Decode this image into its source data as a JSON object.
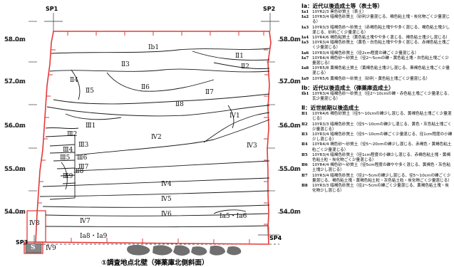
{
  "figure": {
    "caption": "①調査地点北壁（弾薬庫北側斜面）",
    "points": {
      "sp1": "SP1",
      "sp2": "SP2",
      "sp3": "SP3",
      "sp4": "SP4"
    },
    "elevations": [
      "58.0m",
      "57.0m",
      "56.0m",
      "55.0m",
      "54.0m"
    ],
    "layers": {
      "ib1": "Ⅰb1",
      "ii1": "Ⅱ1",
      "ii2": "Ⅱ2",
      "ii3": "Ⅱ3",
      "ii4": "Ⅱ4",
      "ii5": "Ⅱ5",
      "ii6": "Ⅱ6",
      "ii7": "Ⅱ7",
      "ii8": "Ⅱ8",
      "iii1": "Ⅲ1",
      "iii2": "Ⅲ2",
      "iii3": "Ⅲ3",
      "iii4": "Ⅲ4",
      "iii5": "Ⅲ5",
      "iii6": "Ⅲ6",
      "iii7": "Ⅲ7",
      "iii8": "Ⅲ8",
      "iii9": "Ⅲ9",
      "iv1": "Ⅳ1",
      "iv2": "Ⅳ2",
      "iv3": "Ⅳ3",
      "iv4": "Ⅳ4",
      "iv5": "Ⅳ5",
      "iv6": "Ⅳ6",
      "iv7": "Ⅳ7",
      "iv8": "Ⅳ8",
      "iv9": "Ⅳ9",
      "ia5_ia6": "Ⅰa5・Ⅰa6",
      "ia8_ia9": "Ⅰa8・Ⅰa9",
      "s": "S"
    }
  },
  "legend": {
    "ia_title": "Ⅰa：近代以後造成土等（表土等）",
    "ia_items": [
      {
        "code": "Ⅰa1",
        "text": "10YR2/3 黒色砂質土（表土）"
      },
      {
        "code": "Ⅰa2",
        "text": "10YR3/4 暗褐色砂質土（砂利少量混じる、褐色粘土塊・炭化物ごく少量混じる）"
      },
      {
        "code": "Ⅰa3",
        "text": "10YR3/3 暗褐色砂～砂質土（赤褐色粘土塊やや多く混じる、褐色粘土塊少し混じる、砂利ごく少量混じる）"
      },
      {
        "code": "Ⅰa4",
        "text": "10YR4/6 褐色粘質土（黄色粘土塊やや多く混じる、褐色粘土塊少し混じる）"
      },
      {
        "code": "Ⅰa5",
        "text": "10YR3/4 暗褐色砂質土（黄色・白色粘土塊やや多く混じる、赤褐色粘土塊ごく少量混じる）"
      },
      {
        "code": "Ⅰa6",
        "text": "10YR3/4 暗褐色砂質土（径2cm程度の礫ごく少量混じる）"
      },
      {
        "code": "Ⅰa7",
        "text": "10YR4/4 褐色砂～砂質土（径2～5cmの礫・黄色粘土塊・白色粘土塊ごく少量混じる）"
      },
      {
        "code": "Ⅰa8",
        "text": "10YR5/8 黄褐色粘土質土（黄褐色粘土塊少し混じる、黒褐色粘土塊ごく少量混じる）"
      },
      {
        "code": "Ⅰa9",
        "text": "10YR5/6 黄褐色砂～砂質土（砂利・黄色粘土塊ごく少量混じる）"
      }
    ],
    "ib_title": "Ⅰb：近代以後造成土（弾薬庫造成土）",
    "ib_items": [
      {
        "code": "Ⅰb1",
        "text": "10YR3/4 暗褐色砂～砂質土（径2～10cmの礫・赤色粘土塊ごく少量混じる、瓦少量混じる）"
      }
    ],
    "ii_title": "Ⅱ：近世前期以後造成土",
    "ii_items": [
      {
        "code": "Ⅱ1",
        "text": "10YR4/6 褐色砂質土（径5～10cmの礫少し混じる、黄褐色粘土塊ごく少量混じる）"
      },
      {
        "code": "Ⅱ2",
        "text": "10YR3/3 暗褐色砂質土（径5～10cmの礫少し混じる、黄色・灰色粘土塊ごく少量混じる）"
      },
      {
        "code": "Ⅱ3",
        "text": "10YR3/4 暗褐色砂質土（径5～10cmの礫ごく少量混じる、径1cm程度の小礫少し混じる）"
      },
      {
        "code": "Ⅱ4",
        "text": "10YR4/4 褐色砂～砂質土（径5～20cmの礫少し混じる、赤褐色・黄褐色粘土粒ごく少量混じる）"
      },
      {
        "code": "Ⅱ5",
        "text": "10YR3/4 暗褐色砂質土（径1cm程度の小礫少し混じる、赤褐色粘土塊・黄褐色粘土粒・炭化物ごく少量混じる）"
      },
      {
        "code": "Ⅱ6",
        "text": "10YR4/4 褐色砂～砂質土（径5cm程度の礫やや多く混じる、黄褐色・灰色粘土塊少し混じる）"
      },
      {
        "code": "Ⅱ7",
        "text": "10YR3/4 暗褐色砂質土（径2～5cmの礫少し混じる、径5～10cmの礫ごく少量混じる、褐色粘土塊・黄褐色粘土粒・灰色粘土粒・炭化物ごく少量混じる）"
      },
      {
        "code": "Ⅱ8",
        "text": "10YR3/3 暗褐色砂質土（径2～5cmの礫ごく少量混じる、黄褐色粘土塊・炭化物少し混じる）"
      }
    ]
  }
}
